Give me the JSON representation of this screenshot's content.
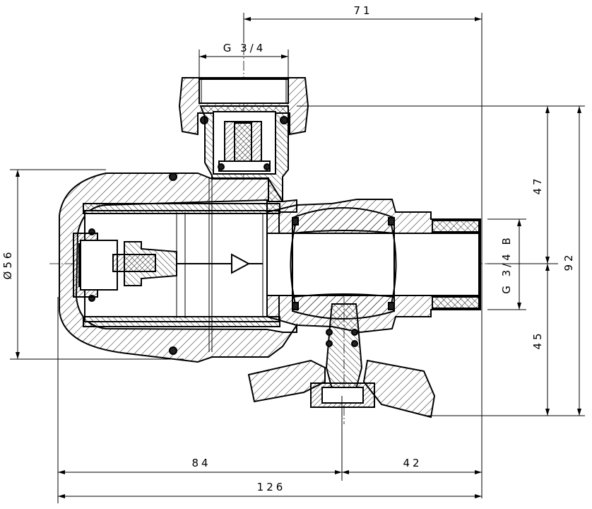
{
  "dimensions": {
    "top_width": "71",
    "top_thread": "G 3/4",
    "diameter": "Ø56",
    "right_thread": "G 3/4 B",
    "height_upper": "47",
    "height_total": "92",
    "height_lower": "45",
    "bottom_left": "84",
    "bottom_right": "42",
    "bottom_total": "126"
  },
  "colors": {
    "line": "#000000",
    "background": "#ffffff"
  }
}
